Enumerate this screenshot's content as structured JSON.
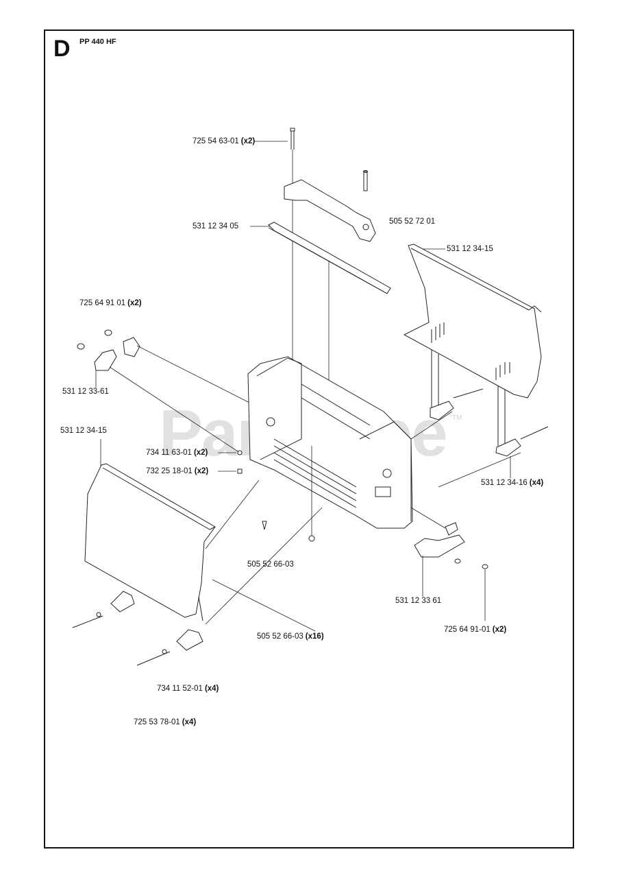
{
  "section_letter": "D",
  "model": "PP 440 HF",
  "watermark": "PartsTree",
  "watermark_tm": "TM",
  "labels": [
    {
      "part": "725 54 63-01",
      "qty": "(x2)"
    },
    {
      "part": "505 52 72 01",
      "qty": ""
    },
    {
      "part": "531 12 34 05",
      "qty": ""
    },
    {
      "part": "531 12 34-15",
      "qty": ""
    },
    {
      "part": "725 64 91 01",
      "qty": "(x2)"
    },
    {
      "part": "531 12 33-61",
      "qty": ""
    },
    {
      "part": "531 12 34-15",
      "qty": ""
    },
    {
      "part": "734 11 63-01",
      "qty": "(x2)"
    },
    {
      "part": "732 25 18-01",
      "qty": "(x2)"
    },
    {
      "part": "531 12 34-16",
      "qty": "(x4)"
    },
    {
      "part": "505 52 66-03",
      "qty": ""
    },
    {
      "part": "531 12 33 61",
      "qty": ""
    },
    {
      "part": "505 52 66-03",
      "qty": "(x16)"
    },
    {
      "part": "725 64 91-01",
      "qty": "(x2)"
    },
    {
      "part": "734 11 52-01",
      "qty": "(x4)"
    },
    {
      "part": "725 53 78-01",
      "qty": "(x4)"
    }
  ]
}
